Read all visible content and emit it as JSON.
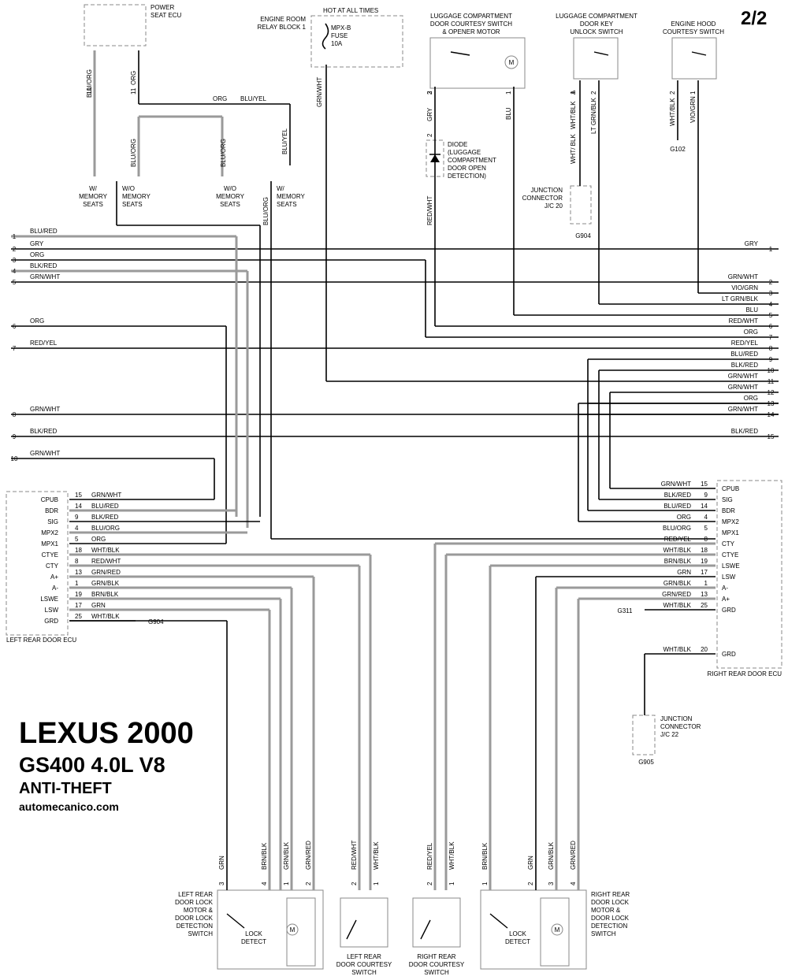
{
  "page_marker": "2/2",
  "title": {
    "line1": "LEXUS 2000",
    "line2": "GS400 4.0L V8",
    "line3": "ANTI-THEFT",
    "site": "automecanico.com"
  },
  "components": {
    "power_seat_ecu": [
      "POWER",
      "SEAT ECU"
    ],
    "engine_room_relay": [
      "ENGINE ROOM",
      "RELAY BLOCK 1"
    ],
    "hot_at_all_times": "HOT AT ALL TIMES",
    "fuse": [
      "MPX-B",
      "FUSE",
      "10A"
    ],
    "luggage_courtesy": [
      "LUGGAGE COMPARTMENT",
      "DOOR COURTESY SWITCH",
      "& OPENER MOTOR"
    ],
    "luggage_key": [
      "LUGGAGE COMPARTMENT",
      "DOOR KEY",
      "UNLOCK SWITCH"
    ],
    "engine_hood": [
      "ENGINE HOOD",
      "COURTESY SWITCH"
    ],
    "diode": [
      "DIODE",
      "(LUGGAGE",
      "COMPARTMENT",
      "DOOR OPEN",
      "DETECTION)"
    ],
    "jc20": [
      "JUNCTION",
      "CONNECTOR",
      "J/C 20"
    ],
    "jc22": [
      "JUNCTION",
      "CONNECTOR",
      "J/C 22"
    ],
    "w_memory": [
      "W/",
      "MEMORY",
      "SEATS"
    ],
    "wo_memory": [
      "W/O",
      "MEMORY",
      "SEATS"
    ],
    "left_ecu": "LEFT REAR DOOR ECU",
    "right_ecu": "RIGHT REAR DOOR ECU",
    "left_lock": [
      "LEFT REAR",
      "DOOR LOCK",
      "MOTOR &",
      "DOOR LOCK",
      "DETECTION",
      "SWITCH"
    ],
    "right_lock": [
      "RIGHT REAR",
      "DOOR LOCK",
      "MOTOR &",
      "DOOR LOCK",
      "DETECTION",
      "SWITCH"
    ],
    "left_courtesy": [
      "LEFT REAR",
      "DOOR COURTESY",
      "SWITCH"
    ],
    "right_courtesy": [
      "RIGHT REAR",
      "DOOR COURTESY",
      "SWITCH"
    ],
    "lock_detect": [
      "LOCK",
      "DETECT"
    ],
    "motor": "M"
  },
  "grounds": [
    "G102",
    "G904",
    "G905",
    "G311"
  ],
  "top_wires": [
    {
      "label": "BLU/ORG",
      "pin": "10"
    },
    {
      "label": "ORG",
      "pin": "11"
    },
    {
      "label": "GRN/WHT",
      "pin": ""
    },
    {
      "label": "GRY",
      "pin": "2"
    },
    {
      "label": "BLU",
      "pin": "1"
    },
    {
      "label": "WHT/BLK",
      "pin": "1"
    },
    {
      "label": "LT GRN/BLK",
      "pin": "2"
    },
    {
      "label": "WHT/BLK",
      "pin": "2"
    },
    {
      "label": "VIO/GRN",
      "pin": "1"
    },
    {
      "label": "RED/WHT",
      "pin": "3"
    },
    {
      "label": "BLU/ORG",
      "pin": ""
    },
    {
      "label": "BLU/YEL",
      "pin": ""
    },
    {
      "label": "WHT/ BLK",
      "pin": "A"
    }
  ],
  "misc_labels": {
    "org": "ORG",
    "blu_yel": "BLU/YEL",
    "diode_pin": "2"
  },
  "left_bus": [
    {
      "n": "1",
      "label": "BLU/RED"
    },
    {
      "n": "2",
      "label": "GRY"
    },
    {
      "n": "3",
      "label": "ORG"
    },
    {
      "n": "4",
      "label": "BLK/RED"
    },
    {
      "n": "5",
      "label": "GRN/WHT"
    },
    {
      "n": "6",
      "label": "ORG"
    },
    {
      "n": "7",
      "label": "RED/YEL"
    },
    {
      "n": "8",
      "label": "GRN/WHT"
    },
    {
      "n": "9",
      "label": "BLK/RED"
    },
    {
      "n": "10",
      "label": "GRN/WHT"
    }
  ],
  "right_bus": [
    {
      "n": "1",
      "label": "GRY"
    },
    {
      "n": "2",
      "label": "GRN/WHT"
    },
    {
      "n": "3",
      "label": "VIO/GRN"
    },
    {
      "n": "4",
      "label": "LT GRN/BLK"
    },
    {
      "n": "5",
      "label": "BLU"
    },
    {
      "n": "6",
      "label": "RED/WHT"
    },
    {
      "n": "7",
      "label": "ORG"
    },
    {
      "n": "8",
      "label": "RED/YEL"
    },
    {
      "n": "9",
      "label": "BLU/RED"
    },
    {
      "n": "10",
      "label": "BLK/RED"
    },
    {
      "n": "11",
      "label": "GRN/WHT"
    },
    {
      "n": "12",
      "label": "GRN/WHT"
    },
    {
      "n": "13",
      "label": "ORG"
    },
    {
      "n": "14",
      "label": "GRN/WHT"
    },
    {
      "n": "15",
      "label": "BLK/RED"
    }
  ],
  "left_ecu_pins": [
    {
      "name": "CPUB",
      "pin": "15",
      "wire": "GRN/WHT"
    },
    {
      "name": "BDR",
      "pin": "14",
      "wire": "BLU/RED"
    },
    {
      "name": "SIG",
      "pin": "9",
      "wire": "BLK/RED"
    },
    {
      "name": "MPX2",
      "pin": "4",
      "wire": "BLU/ORG"
    },
    {
      "name": "MPX1",
      "pin": "5",
      "wire": "ORG"
    },
    {
      "name": "CTYE",
      "pin": "18",
      "wire": "WHT/BLK"
    },
    {
      "name": "CTY",
      "pin": "8",
      "wire": "RED/WHT"
    },
    {
      "name": "A+",
      "pin": "13",
      "wire": "GRN/RED"
    },
    {
      "name": "A-",
      "pin": "1",
      "wire": "GRN/BLK"
    },
    {
      "name": "LSWE",
      "pin": "19",
      "wire": "BRN/BLK"
    },
    {
      "name": "LSW",
      "pin": "17",
      "wire": "GRN"
    },
    {
      "name": "GRD",
      "pin": "25",
      "wire": "WHT/BLK"
    }
  ],
  "right_ecu_pins": [
    {
      "name": "CPUB",
      "pin": "15",
      "wire": "GRN/WHT"
    },
    {
      "name": "SIG",
      "pin": "9",
      "wire": "BLK/RED"
    },
    {
      "name": "BDR",
      "pin": "14",
      "wire": "BLU/RED"
    },
    {
      "name": "MPX2",
      "pin": "4",
      "wire": "ORG"
    },
    {
      "name": "MPX1",
      "pin": "5",
      "wire": "BLU/ORG"
    },
    {
      "name": "CTY",
      "pin": "8",
      "wire": "RED/YEL"
    },
    {
      "name": "CTYE",
      "pin": "18",
      "wire": "WHT/BLK"
    },
    {
      "name": "LSWE",
      "pin": "19",
      "wire": "BRN/BLK"
    },
    {
      "name": "LSW",
      "pin": "17",
      "wire": "GRN"
    },
    {
      "name": "A-",
      "pin": "1",
      "wire": "GRN/BLK"
    },
    {
      "name": "A+",
      "pin": "13",
      "wire": "GRN/RED"
    },
    {
      "name": "GRD",
      "pin": "25",
      "wire": "WHT/BLK"
    },
    {
      "name": "GRD",
      "pin": "20",
      "wire": "WHT/BLK"
    }
  ],
  "bottom_wires": [
    {
      "label": "GRN",
      "pin": "3"
    },
    {
      "label": "BRN/BLK",
      "pin": "4"
    },
    {
      "label": "GRN/BLK",
      "pin": "1"
    },
    {
      "label": "GRN/RED",
      "pin": "2"
    },
    {
      "label": "RED/WHT",
      "pin": "2"
    },
    {
      "label": "WHT/BLK",
      "pin": "1"
    },
    {
      "label": "RED/YEL",
      "pin": "2"
    },
    {
      "label": "WHT/BLK",
      "pin": "1"
    },
    {
      "label": "BRN/BLK",
      "pin": "1"
    },
    {
      "label": "GRN",
      "pin": "2"
    },
    {
      "label": "GRN/BLK",
      "pin": "3"
    },
    {
      "label": "GRN/RED",
      "pin": "4"
    }
  ]
}
